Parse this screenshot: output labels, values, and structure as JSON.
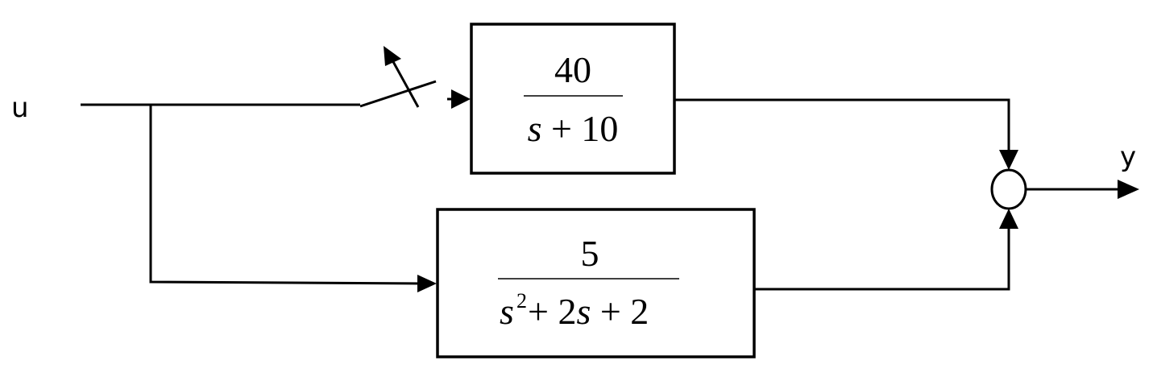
{
  "input_label": "u",
  "output_label": "y",
  "block_top": {
    "numerator": "40",
    "denominator_var": "s",
    "denominator_rest": " + 10"
  },
  "block_bottom": {
    "numerator": "5",
    "denominator_var1": "s",
    "denominator_exponent": "2",
    "denominator_mid": " + 2",
    "denominator_var2": "s",
    "denominator_end": " + 2"
  }
}
